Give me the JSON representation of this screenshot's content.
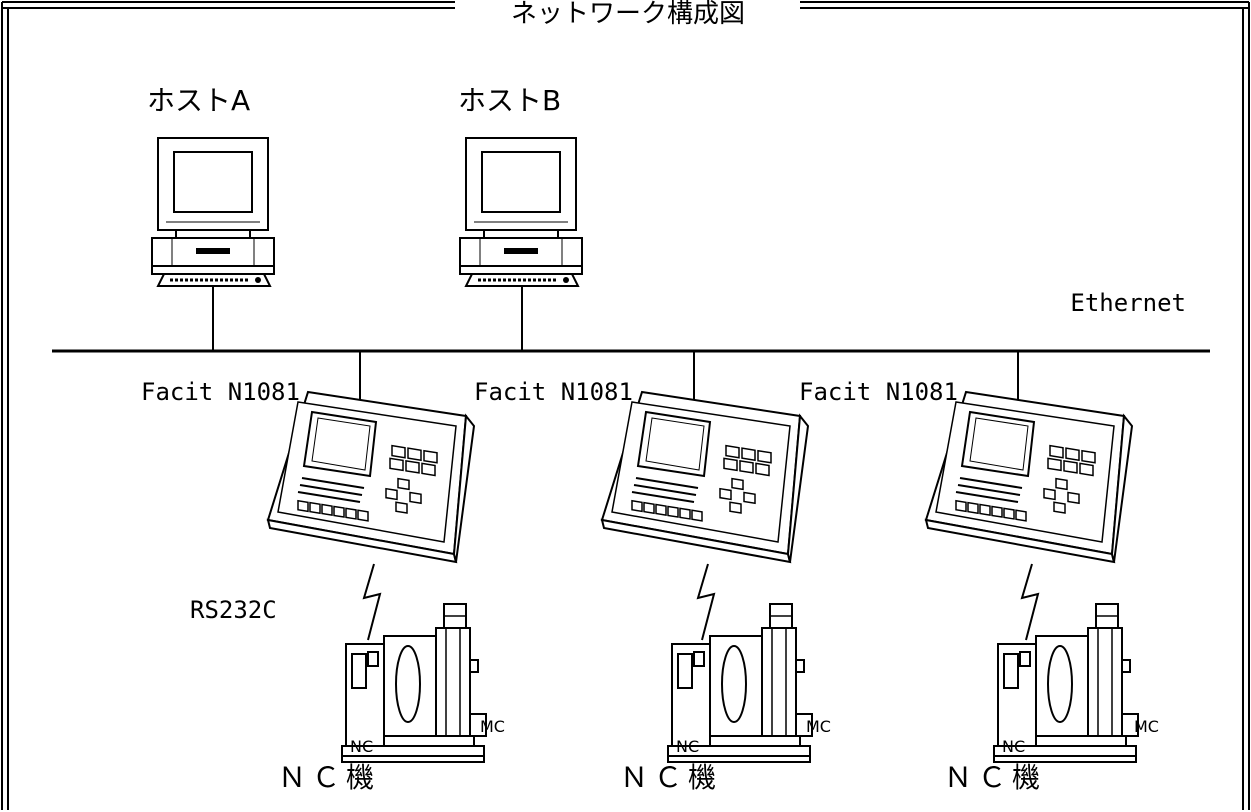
{
  "title": "ネットワーク構成図",
  "network_label": "Ethernet",
  "hosts": [
    {
      "label": "ホストA"
    },
    {
      "label": "ホストB"
    }
  ],
  "terminals": [
    {
      "label": "Facit N1081"
    },
    {
      "label": "Facit N1081"
    },
    {
      "label": "Facit N1081"
    }
  ],
  "serial_label": "RS232C",
  "machines": [
    {
      "label": "ＮＣ機",
      "controller_label": "NC",
      "center_label": "MC"
    },
    {
      "label": "ＮＣ機",
      "controller_label": "NC",
      "center_label": "MC"
    },
    {
      "label": "ＮＣ機",
      "controller_label": "NC",
      "center_label": "MC"
    }
  ]
}
